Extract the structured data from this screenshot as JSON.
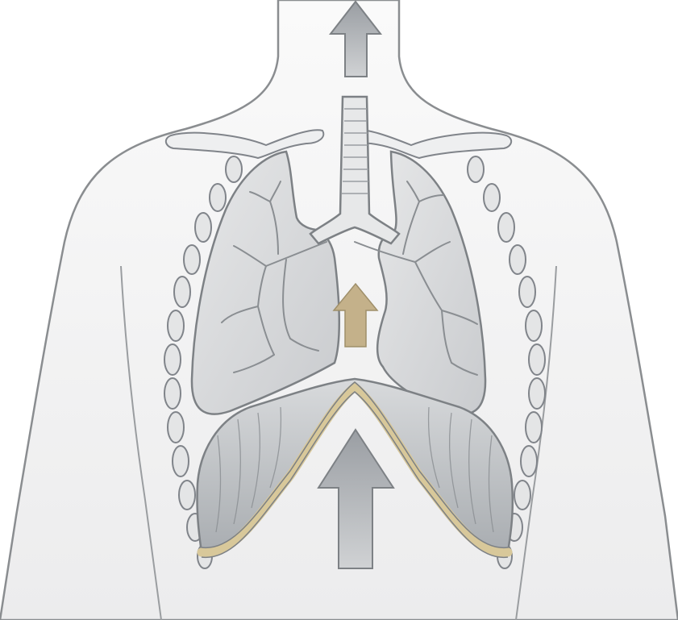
{
  "figure": {
    "subject": "exhalation",
    "arrows": [
      {
        "id": "air-out",
        "direction": "up",
        "color": "#8e9297"
      },
      {
        "id": "lung-compress",
        "direction": "up",
        "color": "#c4b18a"
      },
      {
        "id": "abdomen-push",
        "direction": "up",
        "color": "#8e9297"
      }
    ],
    "colors": {
      "skin": "#f1f2f2",
      "outline": "#7a7d80",
      "lung_fill": "#d5d7d9",
      "diaphragm_band": "#d8c89a",
      "muscle": "#b4b8bc",
      "arrow_gray": "#8e9297",
      "arrow_tan": "#c4b18a"
    }
  }
}
